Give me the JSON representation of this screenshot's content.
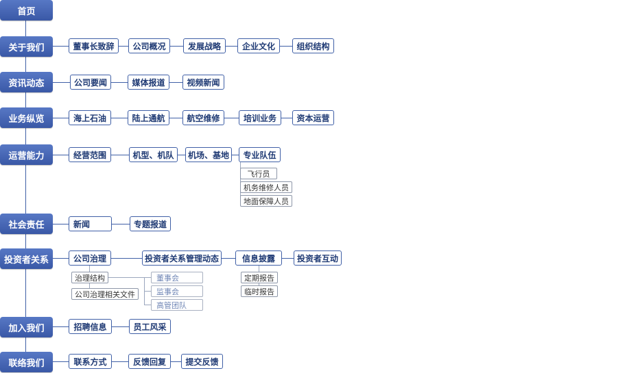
{
  "nav": {
    "home": "首页",
    "about": {
      "label": "关于我们",
      "items": [
        "董事长致辞",
        "公司概况",
        "发展战略",
        "企业文化",
        "组织结构"
      ]
    },
    "news": {
      "label": "资讯动态",
      "items": [
        "公司要闻",
        "媒体报道",
        "视频新闻"
      ]
    },
    "business": {
      "label": "业务纵览",
      "items": [
        "海上石油",
        "陆上通航",
        "航空维修",
        "培训业务",
        "资本运营"
      ]
    },
    "ops": {
      "label": "运营能力",
      "items": [
        "经营范围",
        "机型、机队",
        "机场、基地",
        "专业队伍"
      ],
      "team": [
        "飞行员",
        "机务维修人员",
        "地面保障人员"
      ]
    },
    "csr": {
      "label": "社会责任",
      "items": [
        "新闻",
        "专题报道"
      ]
    },
    "investor": {
      "label": "投资者关系",
      "items": [
        "公司治理",
        "投资者关系管理动态",
        "信息披露",
        "投资者互动"
      ],
      "governance": [
        "治理结构",
        "公司治理相关文件"
      ],
      "structure": [
        "董事会",
        "监事会",
        "高管团队"
      ],
      "disclosure": [
        "定期报告",
        "临时报告"
      ]
    },
    "join": {
      "label": "加入我们",
      "items": [
        "招聘信息",
        "员工风采"
      ]
    },
    "contact": {
      "label": "联络我们",
      "items": [
        "联系方式",
        "反馈回复",
        "提交反馈"
      ]
    }
  }
}
